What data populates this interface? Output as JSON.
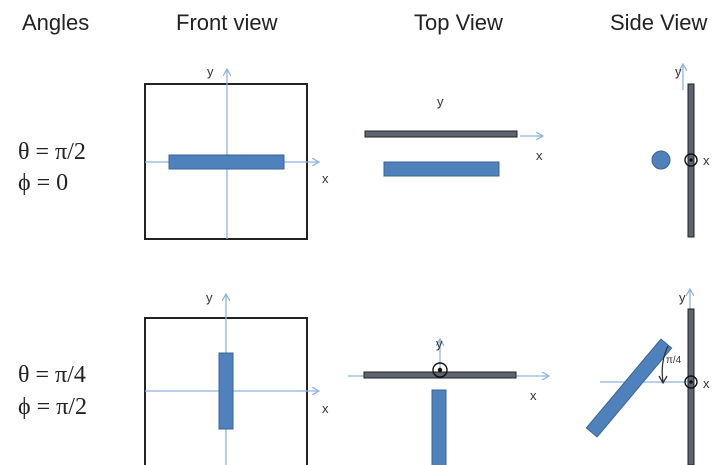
{
  "headers": {
    "angles": "Angles",
    "front": "Front view",
    "top": "Top View",
    "side": "Side View"
  },
  "rows": [
    {
      "theta": "θ = π/2",
      "phi": "ϕ = 0"
    },
    {
      "theta": "θ = π/4",
      "phi": "ϕ = π/2"
    }
  ],
  "axis_labels": {
    "x": "x",
    "y": "y"
  },
  "angle_annotation": "π/4",
  "colors": {
    "rod": "#4f81bd",
    "rod_stroke": "#3a6596",
    "plate": "#5d6470",
    "axis": "#8eb4e3",
    "frame": "#222222"
  }
}
